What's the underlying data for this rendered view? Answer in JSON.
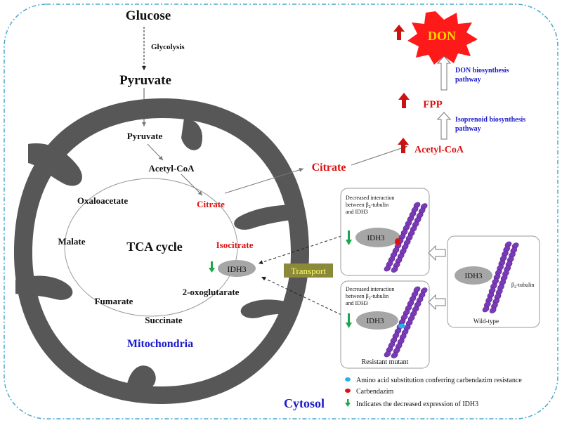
{
  "cytosol": {
    "glucose": "Glucose",
    "glycolysis": "Glycolysis",
    "pyruvate": "Pyruvate",
    "label": "Cytosol",
    "citrate": "Citrate"
  },
  "mitochondria": {
    "label": "Mitochondria",
    "tca_cycle": "TCA cycle",
    "pyruvate": "Pyruvate",
    "acetyl_coa": "Acetyl-CoA",
    "citrate": "Citrate",
    "isocitrate": "Isocitrate",
    "idh3": "IDH3",
    "oxoglutarate": "2-oxoglutarate",
    "succinate": "Succinate",
    "fumarate": "Fumarate",
    "malate": "Malate",
    "oxaloacetate": "Oxaloacetate"
  },
  "don_pathway": {
    "don": "DON",
    "don_biosynthesis_line1": "DON biosynthesis",
    "don_biosynthesis_line2": "pathway",
    "fpp": "FPP",
    "isoprenoid_line1": "Isoprenoid biosynthesis",
    "isoprenoid_line2": "pathway",
    "acetyl_coa": "Acetyl-CoA"
  },
  "transport": "Transport",
  "panels": {
    "top": {
      "note_line1": "Decreased interaction",
      "note_line2": "between β",
      "note_sub": "2",
      "note_line2b": "-tubulin",
      "note_line3": "and IDH3",
      "idh3": "IDH3"
    },
    "bottom": {
      "note_line1": "Decreased interaction",
      "note_line2": "between β",
      "note_sub": "2",
      "note_line2b": "-tubulin",
      "note_line3": "and IDH3",
      "idh3": "IDH3",
      "caption": "Resistant mutant"
    },
    "wildtype": {
      "idh3": "IDH3",
      "tubulin": "β",
      "tubulin_sub": "2",
      "tubulin_b": "-tubulin",
      "caption": "Wild-type"
    }
  },
  "legend": {
    "items": [
      {
        "label": "Amino acid substitution conferring  carbendazim resistance"
      },
      {
        "label": "Carbendazim"
      },
      {
        "label": "Indicates the decreased expression of IDH3"
      }
    ]
  },
  "colors": {
    "mito_membrane": "#575757",
    "red_text": "#e01010",
    "blue_text": "#1a1acc",
    "don_star": "#ff1a1a",
    "don_text": "#ffd700",
    "transport_bg": "#8a8a3a",
    "transport_text": "#ffff66",
    "tubulin": "#7a3ab8",
    "idh3_fill": "#a6a6a6",
    "mutation": "#2ab0e8",
    "carbendazim": "#e01010",
    "down_arrow": "#1aa84a",
    "border_dash": "#4aa8cc"
  }
}
